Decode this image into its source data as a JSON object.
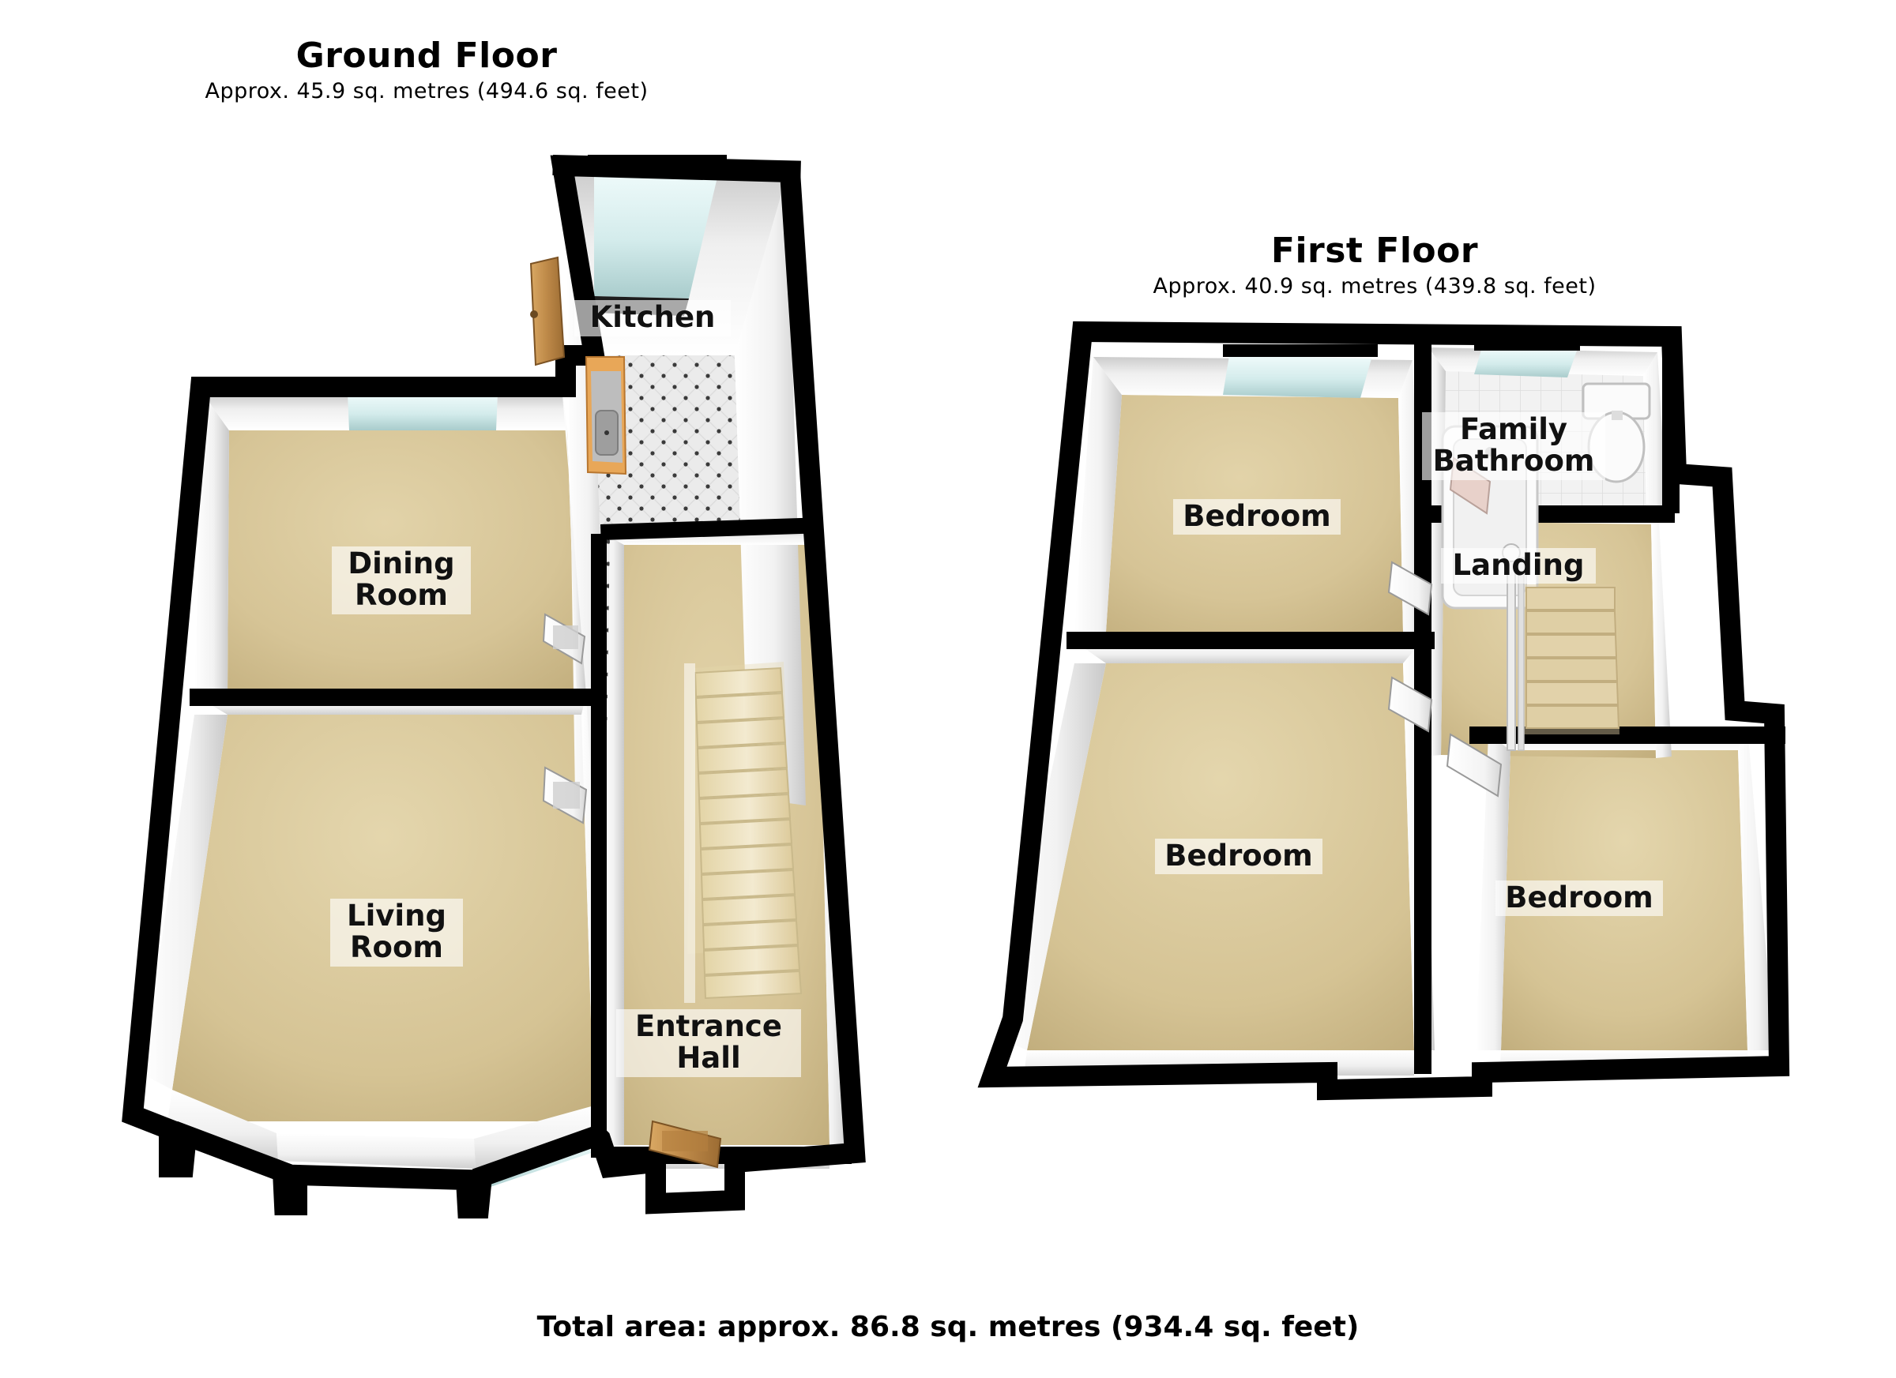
{
  "document": {
    "type": "property-floorplan",
    "total_area_text": "Total area: approx. 86.8 sq. metres (934.4 sq. feet)"
  },
  "floors": [
    {
      "id": "ground",
      "title": "Ground Floor",
      "area_text": "Approx. 45.9 sq. metres (494.6 sq. feet)",
      "area_sq_metres": "45.9",
      "area_sq_feet": "494.6",
      "rooms": [
        {
          "id": "kitchen",
          "label": "Kitchen",
          "lines": "Kitchen"
        },
        {
          "id": "dining-room",
          "label": "Dining Room",
          "lines": "Dining\nRoom"
        },
        {
          "id": "living-room",
          "label": "Living Room",
          "lines": "Living\nRoom"
        },
        {
          "id": "entrance-hall",
          "label": "Entrance Hall",
          "lines": "Entrance\nHall"
        }
      ]
    },
    {
      "id": "first",
      "title": "First Floor",
      "area_text": "Approx. 40.9 sq. metres (439.8 sq. feet)",
      "area_sq_metres": "40.9",
      "area_sq_feet": "439.8",
      "rooms": [
        {
          "id": "bedroom-1",
          "label": "Bedroom",
          "lines": "Bedroom"
        },
        {
          "id": "bedroom-2",
          "label": "Bedroom",
          "lines": "Bedroom"
        },
        {
          "id": "bedroom-3",
          "label": "Bedroom",
          "lines": "Bedroom"
        },
        {
          "id": "family-bathroom",
          "label": "Family Bathroom",
          "lines": "Family\nBathroom"
        },
        {
          "id": "landing",
          "label": "Landing",
          "lines": "Landing"
        }
      ]
    }
  ],
  "palette": {
    "wall_outline": "#000000",
    "wall_face": "#ffffff",
    "wall_shade": "#d9d9d9",
    "carpet": "#d8c79a",
    "carpet_dark": "#c3b183",
    "tile_floor": "#e9e9e9",
    "bathroom_tile": "#efefef",
    "window_glass": "#d7ecec",
    "door_wood": "#c08b4a",
    "stair_tread": "#efe4c0",
    "background": "#ffffff",
    "label_bg": "rgba(255,255,255,0.62)",
    "text": "#000000"
  },
  "fixtures": [
    {
      "id": "kitchen-window",
      "name": "window",
      "floor": "ground"
    },
    {
      "id": "kitchen-back-door",
      "name": "door",
      "floor": "ground"
    },
    {
      "id": "kitchen-counter-sink",
      "name": "sink-counter",
      "floor": "ground"
    },
    {
      "id": "dining-window",
      "name": "window",
      "floor": "ground"
    },
    {
      "id": "dining-door",
      "name": "door",
      "floor": "ground"
    },
    {
      "id": "living-door",
      "name": "door",
      "floor": "ground"
    },
    {
      "id": "living-bay-window",
      "name": "bay-window",
      "floor": "ground"
    },
    {
      "id": "hall-staircase",
      "name": "staircase",
      "floor": "ground"
    },
    {
      "id": "front-door",
      "name": "door",
      "floor": "ground"
    },
    {
      "id": "bedroom1-window",
      "name": "window",
      "floor": "first"
    },
    {
      "id": "bathroom-window",
      "name": "window",
      "floor": "first"
    },
    {
      "id": "bathroom-bath",
      "name": "bath",
      "floor": "first"
    },
    {
      "id": "bathroom-toilet",
      "name": "toilet",
      "floor": "first"
    },
    {
      "id": "landing-staircase",
      "name": "staircase",
      "floor": "first"
    },
    {
      "id": "bedroom1-door",
      "name": "door",
      "floor": "first"
    },
    {
      "id": "bedroom2-door",
      "name": "door",
      "floor": "first"
    },
    {
      "id": "bedroom3-door",
      "name": "door",
      "floor": "first"
    },
    {
      "id": "bathroom-door",
      "name": "door",
      "floor": "first"
    }
  ]
}
